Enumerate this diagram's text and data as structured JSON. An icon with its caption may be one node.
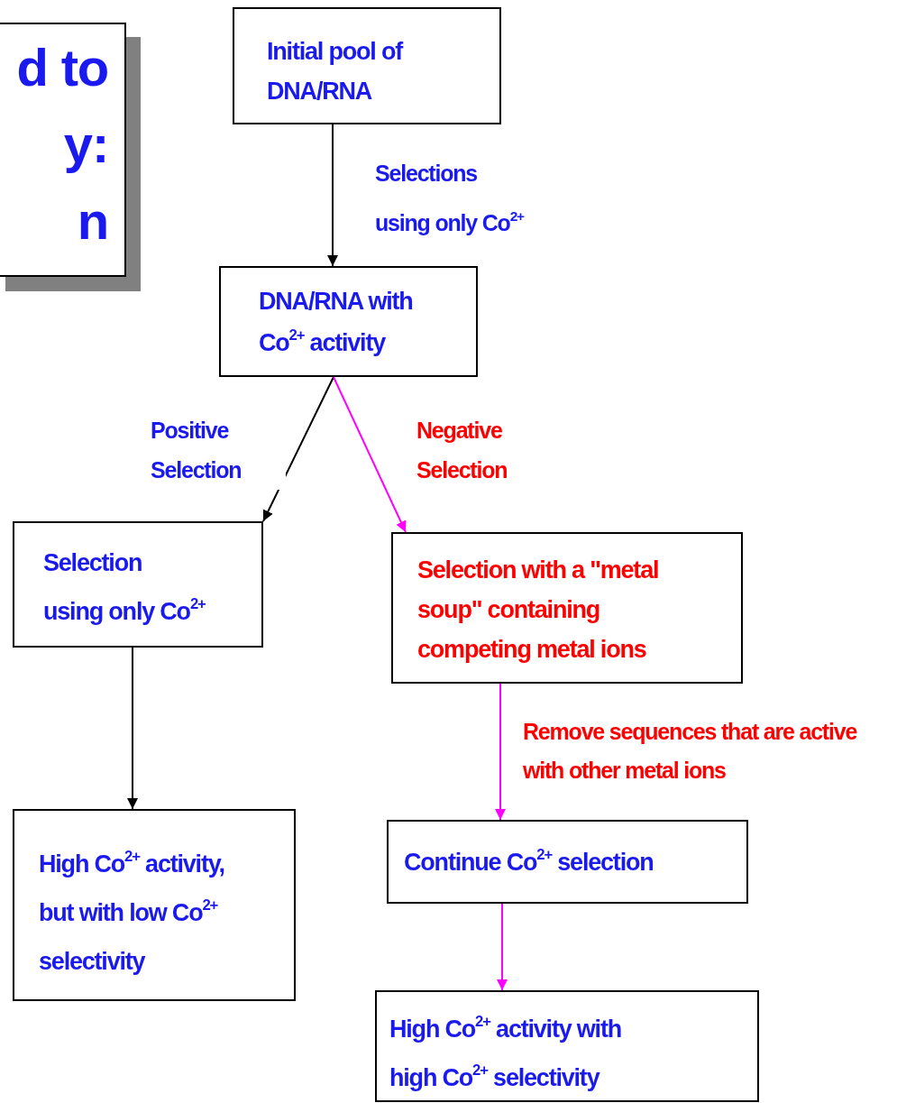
{
  "diagram": {
    "nodes": [
      {
        "text": [
          "d to",
          "y:",
          "n"
        ]
      },
      {
        "text": [
          "Initial pool of DNA/RNA"
        ]
      },
      {
        "text": [
          "DNA/RNA with Co$^{2+}$ activity"
        ]
      },
      {
        "text": [
          "Selection using only Co$^{2+}$"
        ]
      },
      {
        "text": [
          "Selection with a \"metal soup\" containing competing metal ions"
        ]
      },
      {
        "text": [
          "High Co$^{2+}$ activity, but with low Co$^{2+}$ selectivity"
        ]
      },
      {
        "text": [
          "Continue Co$^{2+}$ selection"
        ]
      },
      {
        "text": [
          "High Co$^{2+}$ activity with high Co$^{2+}$ selectivity"
        ]
      }
    ],
    "edges": [
      {
        "from": 1,
        "to": 2,
        "arrow": "to",
        "label": "Selections using only Co$^{2+}$"
      },
      {
        "from": 2,
        "to": 3,
        "arrow": "to",
        "label": "Positive Selection"
      },
      {
        "from": 2,
        "to": 4,
        "arrow": "to",
        "label": "Negative Selection",
        "color": "#ff00ff"
      },
      {
        "from": 3,
        "to": 5,
        "arrow": "to"
      },
      {
        "from": 4,
        "to": 6,
        "arrow": "to",
        "label": "Remove sequences that are active with other metal ions",
        "color": "#ff00ff"
      },
      {
        "from": 6,
        "to": 7,
        "arrow": "to",
        "color": "#ff00ff"
      }
    ]
  }
}
